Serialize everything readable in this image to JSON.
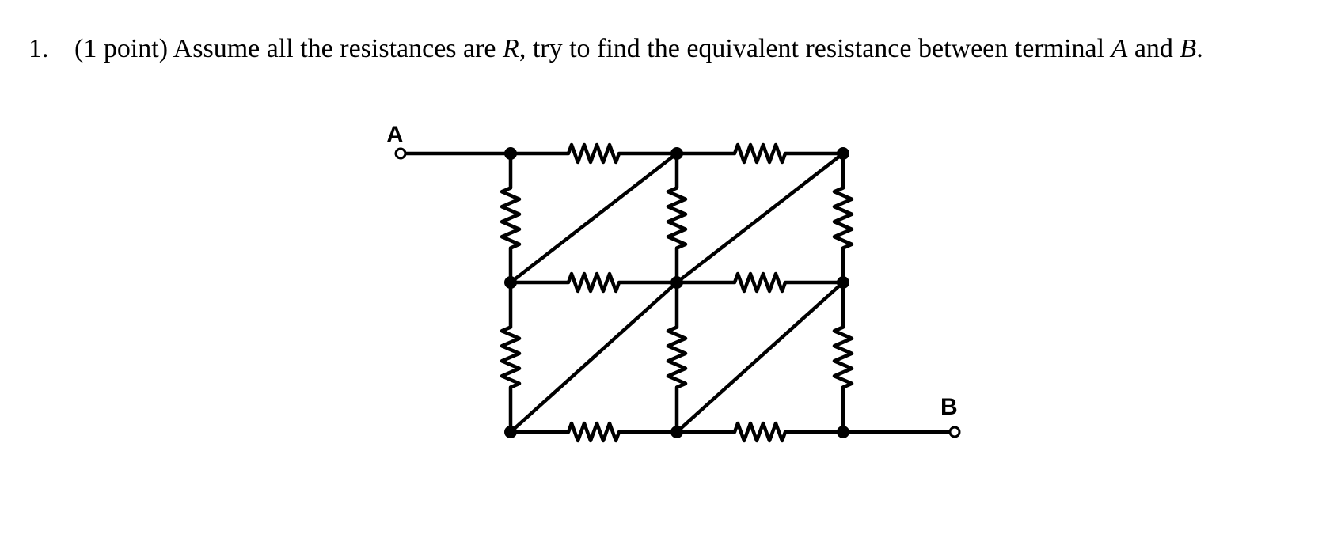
{
  "question": {
    "number": "1.",
    "points": "(1 point)",
    "text_before_R": "Assume all the resistances are",
    "var_R": "R",
    "text_after_R": ", try to find the equivalent resistance between terminal",
    "var_A": "A",
    "text_and": "and",
    "var_B": "B",
    "text_end": "."
  },
  "circuit": {
    "terminal_a_label": "A",
    "terminal_b_label": "B",
    "resistor_count": 12,
    "node_count": 9,
    "diagonal_wire_count": 4
  }
}
